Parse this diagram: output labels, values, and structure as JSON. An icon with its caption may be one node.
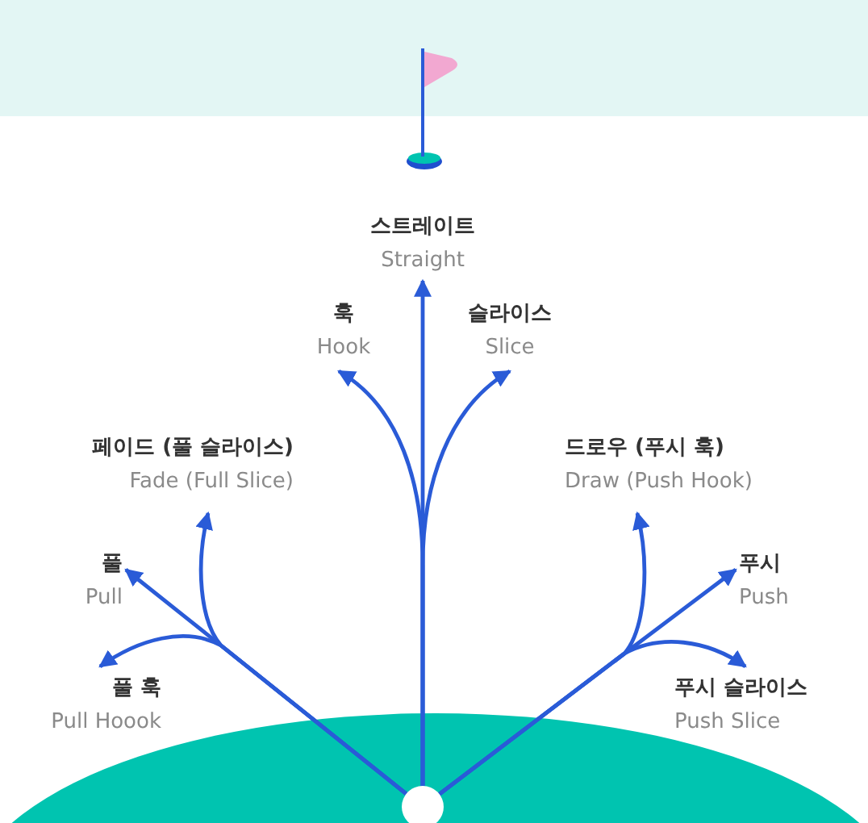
{
  "diagram": {
    "nodes": [
      {
        "text": [],
        "shape": "circle"
      },
      {
        "text": [
          "스트레이트",
          "Straight"
        ]
      },
      {
        "text": [
          "훅",
          "Hook"
        ]
      },
      {
        "text": [
          "슬라이스",
          "Slice"
        ]
      },
      {
        "text": [
          "페이드 (풀 슬라이스)",
          "Fade (Full Slice)"
        ]
      },
      {
        "text": [
          "드로우 (푸시 훅)",
          "Draw (Push Hook)"
        ]
      },
      {
        "text": [
          "풀",
          "Pull"
        ]
      },
      {
        "text": [
          "푸시",
          "Push"
        ]
      },
      {
        "text": [
          "풀 훅",
          "Pull Hoook"
        ]
      },
      {
        "text": [
          "푸시 슬라이스",
          "Push Slice"
        ]
      }
    ],
    "edges": [
      {
        "from": 0,
        "to": 1,
        "arrow": "to"
      },
      {
        "from": 0,
        "to": 2,
        "arrow": "to"
      },
      {
        "from": 0,
        "to": 3,
        "arrow": "to"
      },
      {
        "from": 0,
        "to": 4,
        "arrow": "to"
      },
      {
        "from": 0,
        "to": 5,
        "arrow": "to"
      },
      {
        "from": 0,
        "to": 6,
        "arrow": "to"
      },
      {
        "from": 0,
        "to": 7,
        "arrow": "to"
      },
      {
        "from": 0,
        "to": 8,
        "arrow": "to"
      },
      {
        "from": 0,
        "to": 9,
        "arrow": "to"
      }
    ]
  }
}
